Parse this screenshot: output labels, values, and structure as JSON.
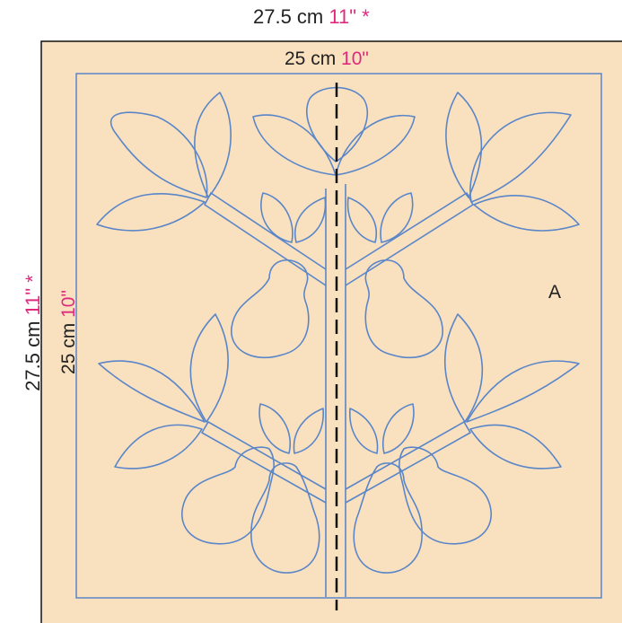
{
  "outer_width": {
    "value": "27.5 cm",
    "imperial": "11\" *"
  },
  "inner_width": {
    "value": "25 cm",
    "imperial": "10\""
  },
  "outer_height": {
    "value": "27.5 cm",
    "imperial": "11\" *"
  },
  "inner_height": {
    "value": "25 cm",
    "imperial": "10\""
  },
  "panel_label": "A",
  "colors": {
    "fabric": "#f9e1c0",
    "stitch": "#5a86c8",
    "line": "#111111",
    "accent": "#e0287d"
  }
}
